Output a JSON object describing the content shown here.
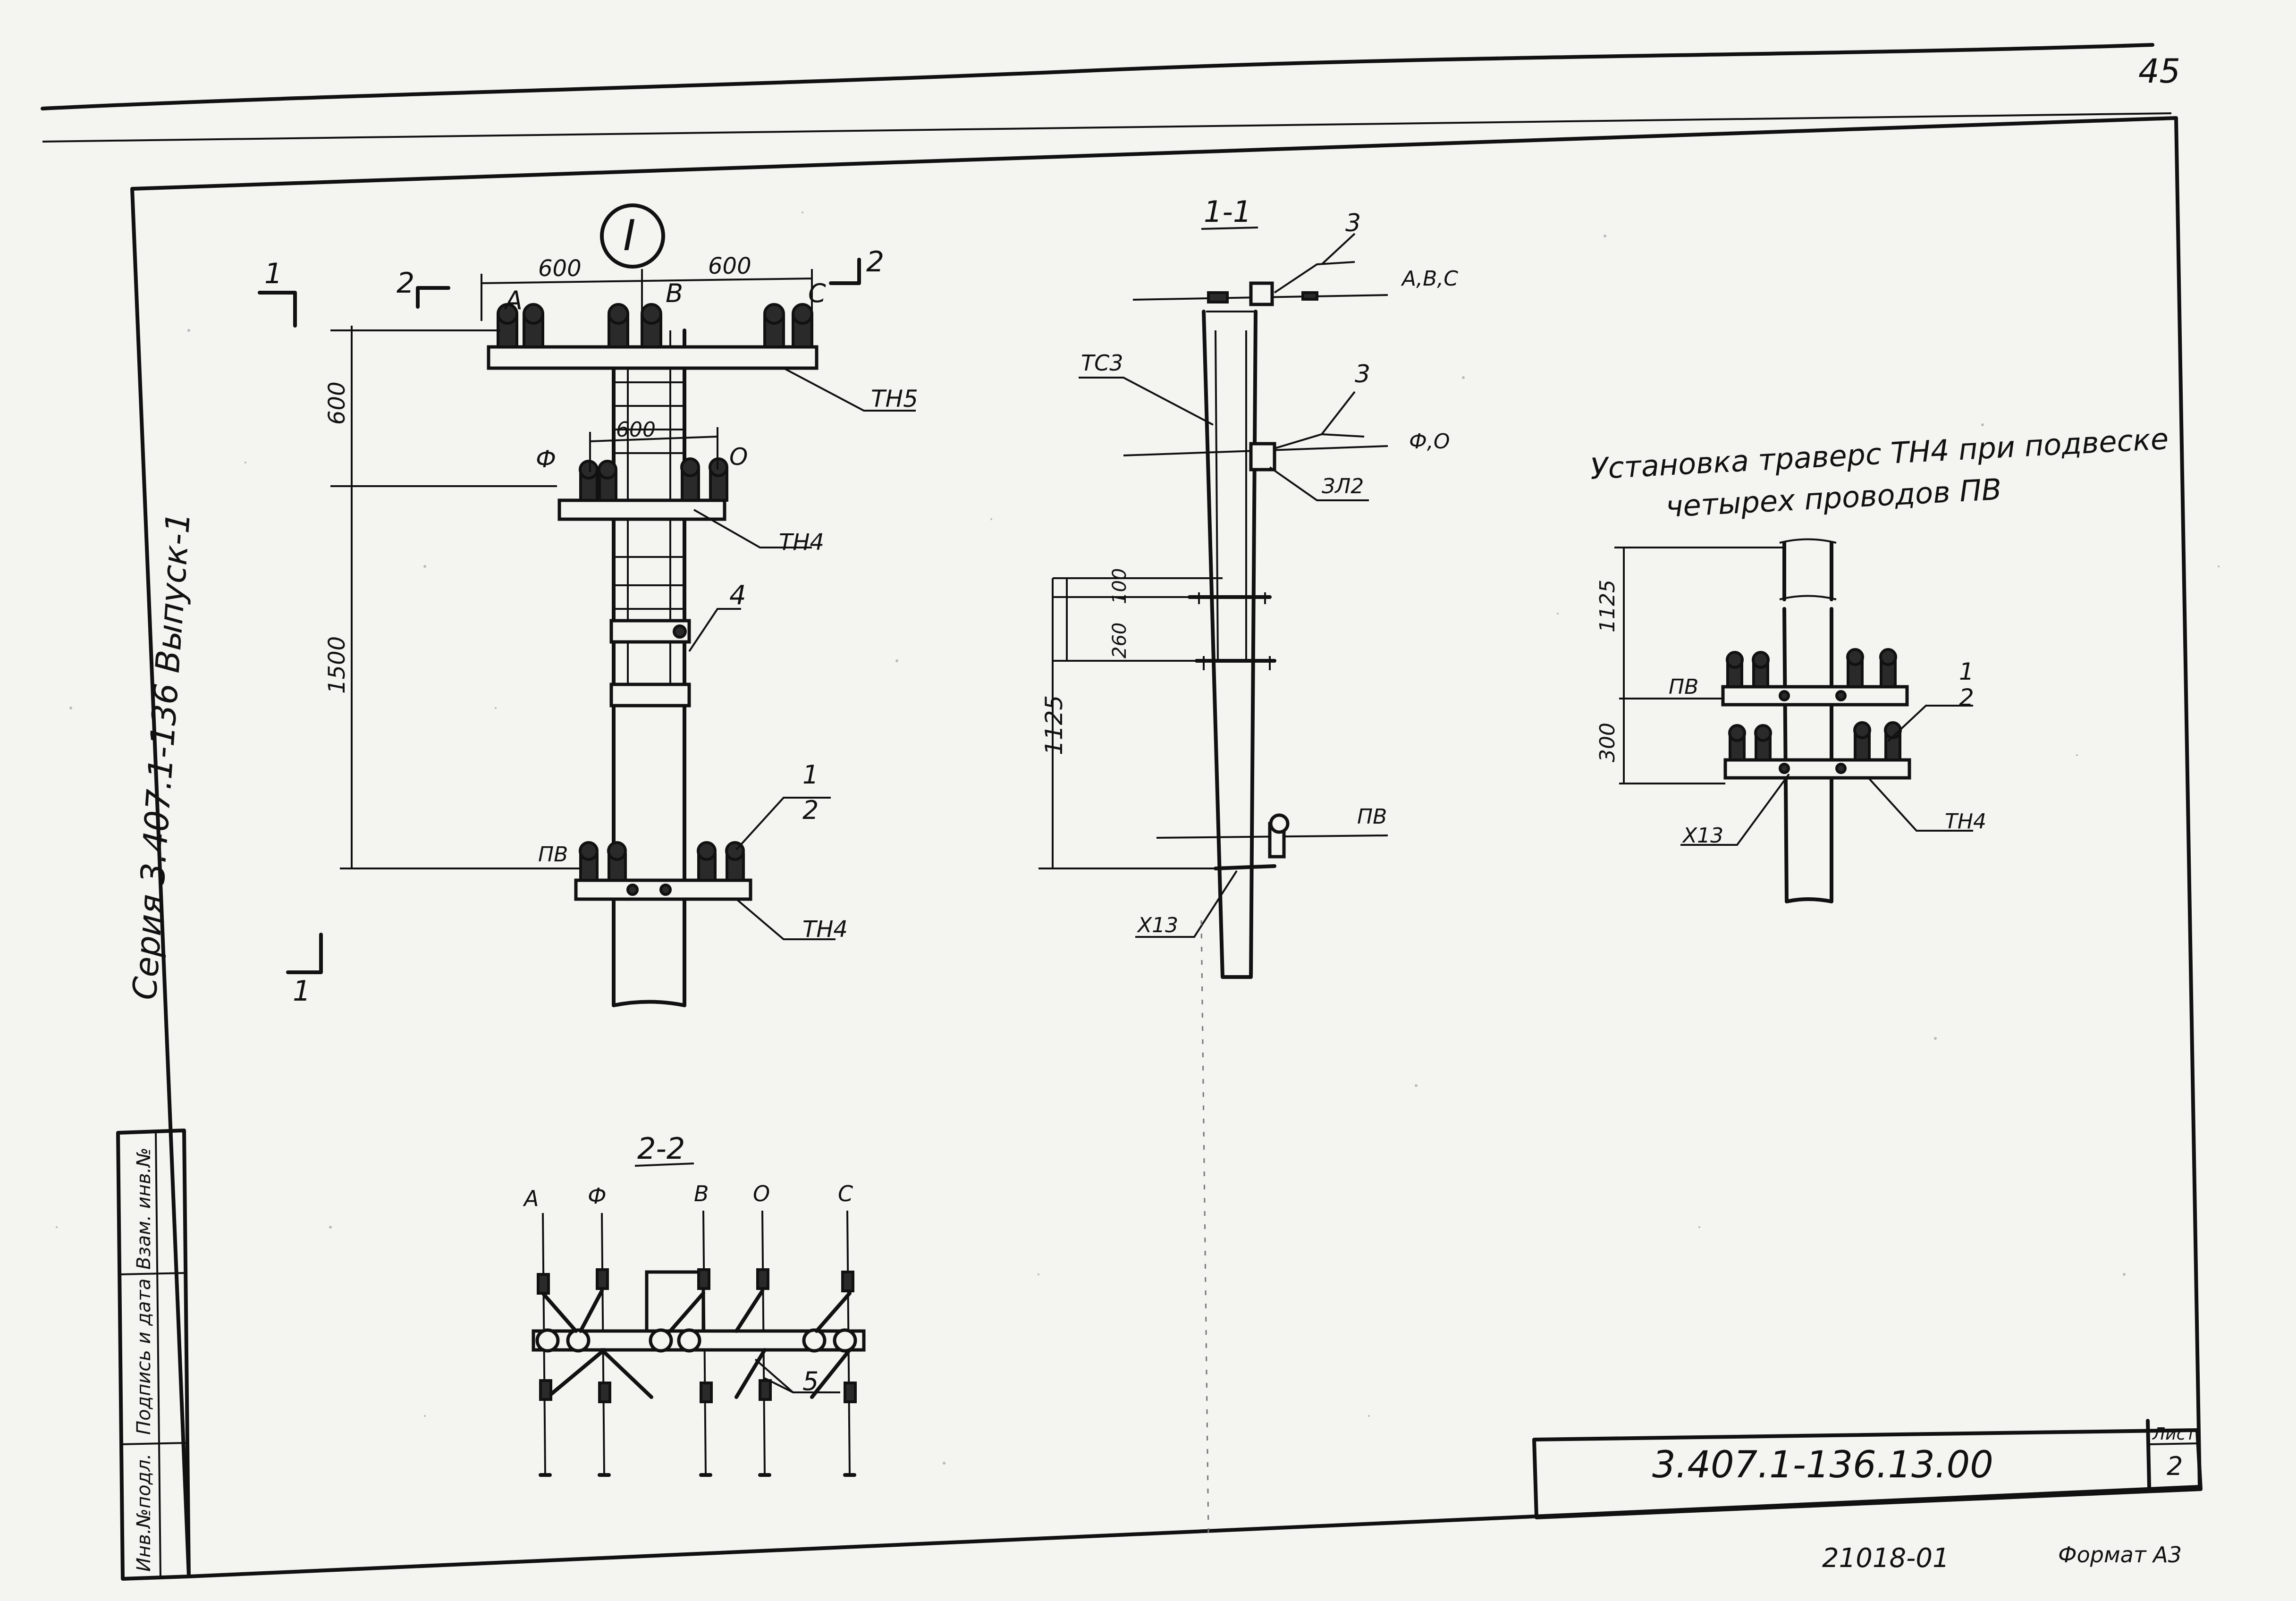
{
  "page": {
    "sheet_corner_number": "45",
    "series_label": "Серия 3.407.1-136 Выпуск-1",
    "stamp_fields": [
      "Инв.№подл.",
      "Подпись и дата",
      "Взам. инв.№"
    ],
    "designation": "3.407.1-136.13.00",
    "sheet_header": "Лист",
    "sheet_number": "2",
    "copy_number": "21018-01",
    "format_label": "Формат А3"
  },
  "node_view": {
    "node_marker": "I",
    "section_1": "1",
    "section_2": "2",
    "dim_600_left": "600",
    "dim_600_right": "600",
    "dim_600_vertical": "600",
    "dim_600_lower": "600",
    "dim_1500": "1500",
    "phase_a": "А",
    "phase_b": "В",
    "phase_c": "С",
    "phase_f": "Ф",
    "phase_o": "О",
    "label_tn5": "ТН5",
    "label_tn4_upper": "ТН4",
    "label_tn4_lower": "ТН4",
    "label_pv": "ПВ",
    "pos_4": "4",
    "pos_1": "1",
    "pos_2": "2"
  },
  "section_1_1": {
    "title": "1-1",
    "pos_3_top": "3",
    "pos_3_mid": "3",
    "label_abc": "А,В,С",
    "label_fo": "Ф,О",
    "label_ts3": "ТС3",
    "label_zl2": "ЗЛ2",
    "dim_100": "100",
    "dim_260": "260",
    "dim_1125": "1125",
    "label_pv": "ПВ",
    "label_x13": "Х13"
  },
  "install_view": {
    "title_line1": "Установка траверс ТН4 при подвеске",
    "title_line2": "четырех проводов ПВ",
    "dim_1125": "1125",
    "dim_300": "300",
    "label_pv": "ПВ",
    "pos_1": "1",
    "pos_2": "2",
    "label_x13": "Х13",
    "label_tn4": "ТН4"
  },
  "section_2_2": {
    "title": "2-2",
    "wires": [
      "А",
      "Ф",
      "В",
      "О",
      "С"
    ],
    "pos_5": "5"
  }
}
